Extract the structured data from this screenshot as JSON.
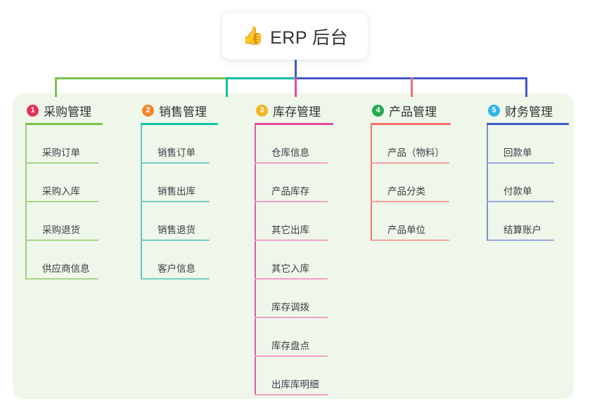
{
  "root": {
    "icon": "thumbs-up-emoji",
    "emoji": "👍",
    "title": "ERP 后台"
  },
  "panel": {
    "background": "#eef7e9"
  },
  "connectors": {
    "stem_color": "#4458c9",
    "bus_colors": [
      "#7cc04a",
      "#12bfa4",
      "#4458c9"
    ],
    "drop_colors": [
      "#7cc04a",
      "#12bfa4",
      "#ec4899",
      "#f4706b",
      "#4458c9"
    ]
  },
  "columns": [
    {
      "number": "1",
      "label": "采购管理",
      "badge_color": "#e8305a",
      "rule_color": "#7cc04a",
      "rail_color": "#9ccf76",
      "leaf_rule_color": "#a7d489",
      "items": [
        "采购订单",
        "采购入库",
        "采购退货",
        "供应商信息"
      ]
    },
    {
      "number": "2",
      "label": "销售管理",
      "badge_color": "#f2862f",
      "rule_color": "#12bfa4",
      "rail_color": "#5cc9bb",
      "leaf_rule_color": "#6fd0c3",
      "items": [
        "销售订单",
        "销售出库",
        "销售退货",
        "客户信息"
      ]
    },
    {
      "number": "3",
      "label": "库存管理",
      "badge_color": "#f5b623",
      "rule_color": "#e8479e",
      "rail_color": "#e05fa5",
      "leaf_rule_color": "#efa0c9",
      "items": [
        "仓库信息",
        "产品库存",
        "其它出库",
        "其它入库",
        "库存调拨",
        "库存盘点",
        "出库库明细"
      ]
    },
    {
      "number": "4",
      "label": "产品管理",
      "badge_color": "#22ab52",
      "rule_color": "#f4706b",
      "rail_color": "#f4706b",
      "leaf_rule_color": "#f7a09c",
      "items": [
        "产品（物料）",
        "产品分类",
        "产品单位"
      ]
    },
    {
      "number": "5",
      "label": "财务管理",
      "badge_color": "#35b4e8",
      "rule_color": "#4458c9",
      "rail_color": "#7f8fd6",
      "leaf_rule_color": "#9aa7de",
      "items": [
        "回款单",
        "付款单",
        "结算账户"
      ]
    }
  ]
}
